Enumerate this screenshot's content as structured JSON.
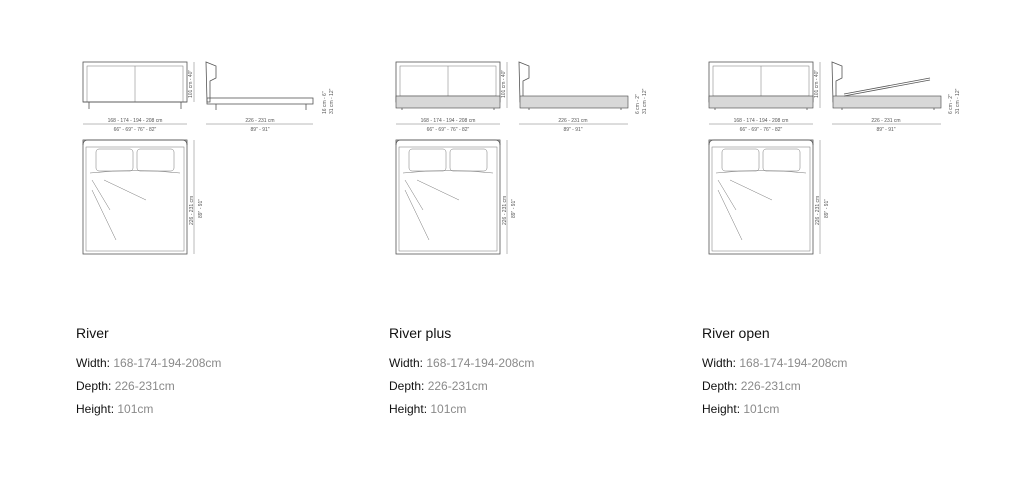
{
  "products": [
    {
      "name": "River",
      "width_label": "Width:",
      "width_value": "168-174-194-208cm",
      "depth_label": "Depth:",
      "depth_value": "226-231cm",
      "height_label": "Height:",
      "height_value": "101cm",
      "dims": {
        "front_width_cm": "168 - 174 - 194 - 208 cm",
        "front_width_in": "66\" - 69\" - 76\" - 82\"",
        "front_height": "101 cm - 40\"",
        "side_depth_cm": "226 - 231 cm",
        "side_depth_in": "89\" - 91\"",
        "side_h1": "16 cm - 6\"",
        "side_h2": "31 cm - 12\"",
        "plan_depth_cm": "226 - 231 cm",
        "plan_depth_in": "89\" - 91\""
      }
    },
    {
      "name": "River plus",
      "width_label": "Width:",
      "width_value": "168-174-194-208cm",
      "depth_label": "Depth:",
      "depth_value": "226-231cm",
      "height_label": "Height:",
      "height_value": "101cm",
      "dims": {
        "front_width_cm": "168 - 174 - 194 - 208 cm",
        "front_width_in": "66\" - 69\" - 76\" - 82\"",
        "front_height": "101 cm - 40\"",
        "side_depth_cm": "226 - 231 cm",
        "side_depth_in": "89\" - 91\"",
        "side_h1": "6 cm - 2\"",
        "side_h2": "31 cm - 12\"",
        "plan_depth_cm": "226 - 231 cm",
        "plan_depth_in": "89\" - 91\""
      }
    },
    {
      "name": "River open",
      "width_label": "Width:",
      "width_value": "168-174-194-208cm",
      "depth_label": "Depth:",
      "depth_value": "226-231cm",
      "height_label": "Height:",
      "height_value": "101cm",
      "dims": {
        "front_width_cm": "168 - 174 - 194 - 208 cm",
        "front_width_in": "66\" - 69\" - 76\" - 82\"",
        "front_height": "101 cm - 40\"",
        "side_depth_cm": "226 - 231 cm",
        "side_depth_in": "89\" - 91\"",
        "side_h1": "6 cm - 2\"",
        "side_h2": "31 cm - 12\"",
        "plan_depth_cm": "226 - 231 cm",
        "plan_depth_in": "89\" - 91\""
      }
    }
  ]
}
